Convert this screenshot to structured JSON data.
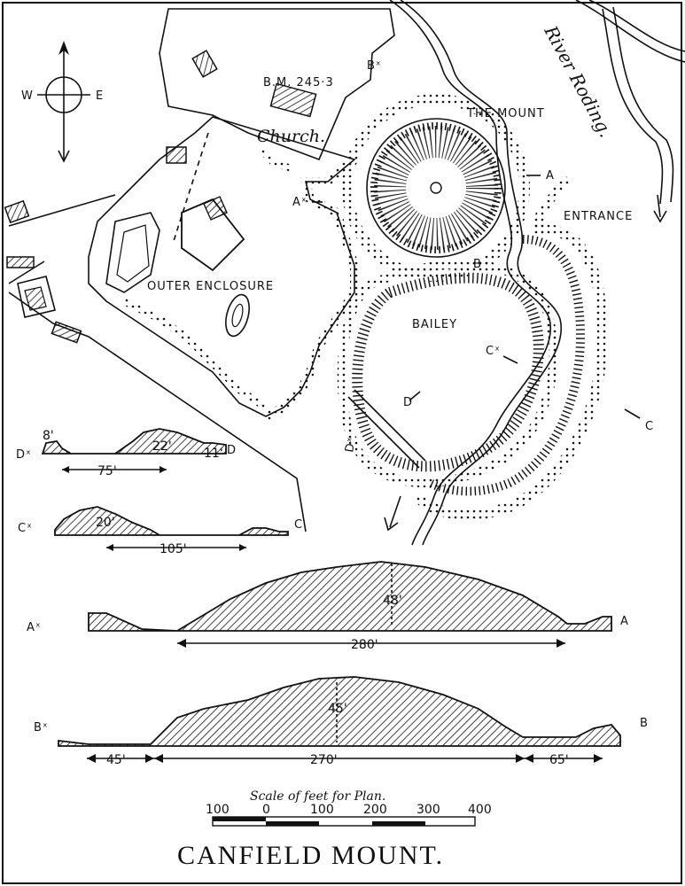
{
  "title": "CANFIELD MOUNT.",
  "compass": {
    "west": "W",
    "east": "E"
  },
  "labels": {
    "river": "River Roding.",
    "mount": "THE MOUNT",
    "church": "Church.",
    "benchmark": "B.M. 245·3",
    "entrance": "ENTRANCE",
    "outer_enclosure": "OUTER ENCLOSURE",
    "bailey": "BAILEY"
  },
  "section_markers": {
    "a": "A",
    "a_x": "Aˣ",
    "b": "B",
    "b_x": "Bˣ",
    "c": "C",
    "c_x": "Cˣ",
    "d": "D",
    "d_x": "Dˣ"
  },
  "sections": {
    "d": {
      "left": "Dˣ",
      "right": "D",
      "heights": [
        "8'",
        "22'",
        "11'"
      ],
      "span": "75'"
    },
    "c": {
      "left": "Cˣ",
      "right": "C",
      "height": "20'",
      "span": "105'"
    },
    "a": {
      "left": "Aˣ",
      "right": "A",
      "height": "48'",
      "span": "280'"
    },
    "b": {
      "left": "Bˣ",
      "right": "B",
      "height": "45'",
      "spans": [
        "45'",
        "270'",
        "65'"
      ]
    }
  },
  "scale": {
    "caption": "Scale of feet for Plan.",
    "ticks": [
      "100",
      "0",
      "100",
      "200",
      "300",
      "400"
    ]
  }
}
